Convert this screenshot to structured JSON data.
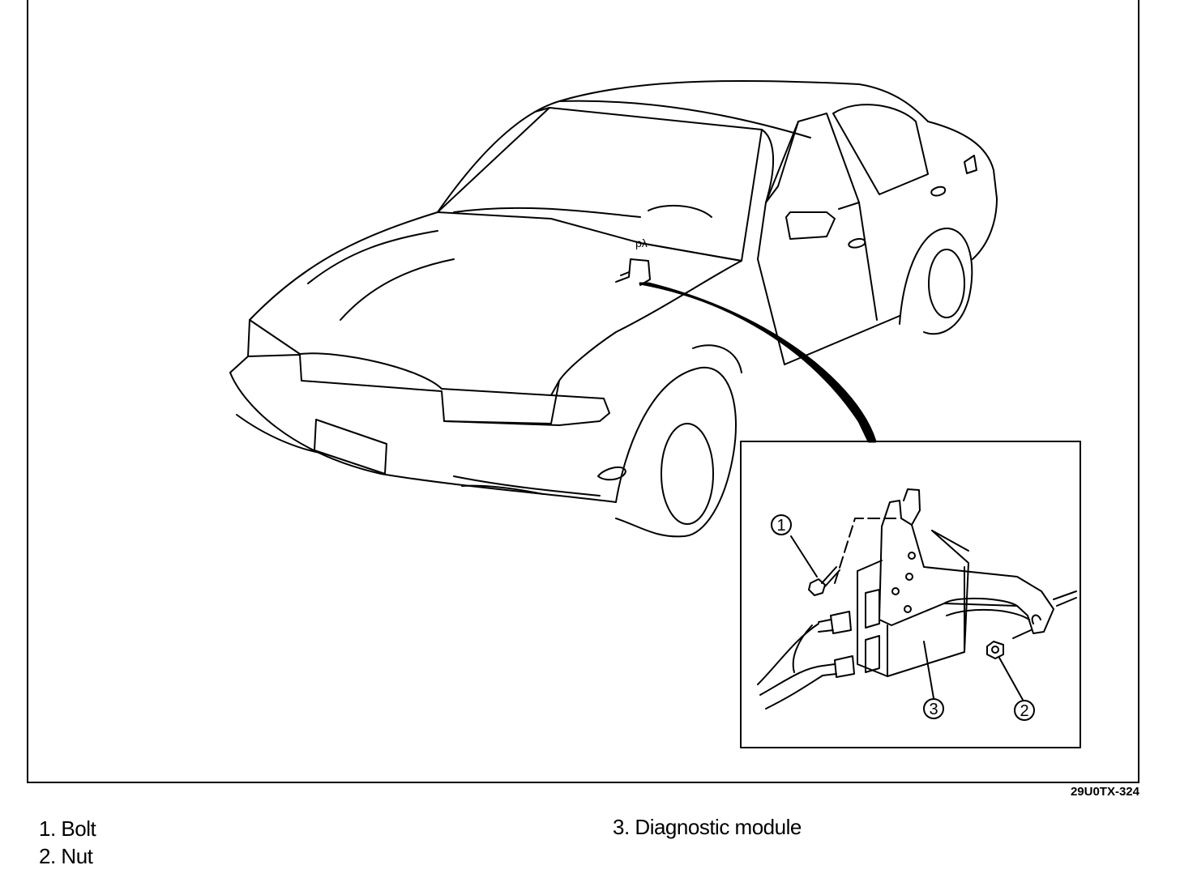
{
  "figure_code": "29U0TX-324",
  "callouts": [
    "1",
    "2",
    "3"
  ],
  "legend": [
    {
      "number": "1.",
      "label": "Bolt"
    },
    {
      "number": "2.",
      "label": "Nut"
    },
    {
      "number": "3.",
      "label": "Diagnostic module"
    }
  ]
}
